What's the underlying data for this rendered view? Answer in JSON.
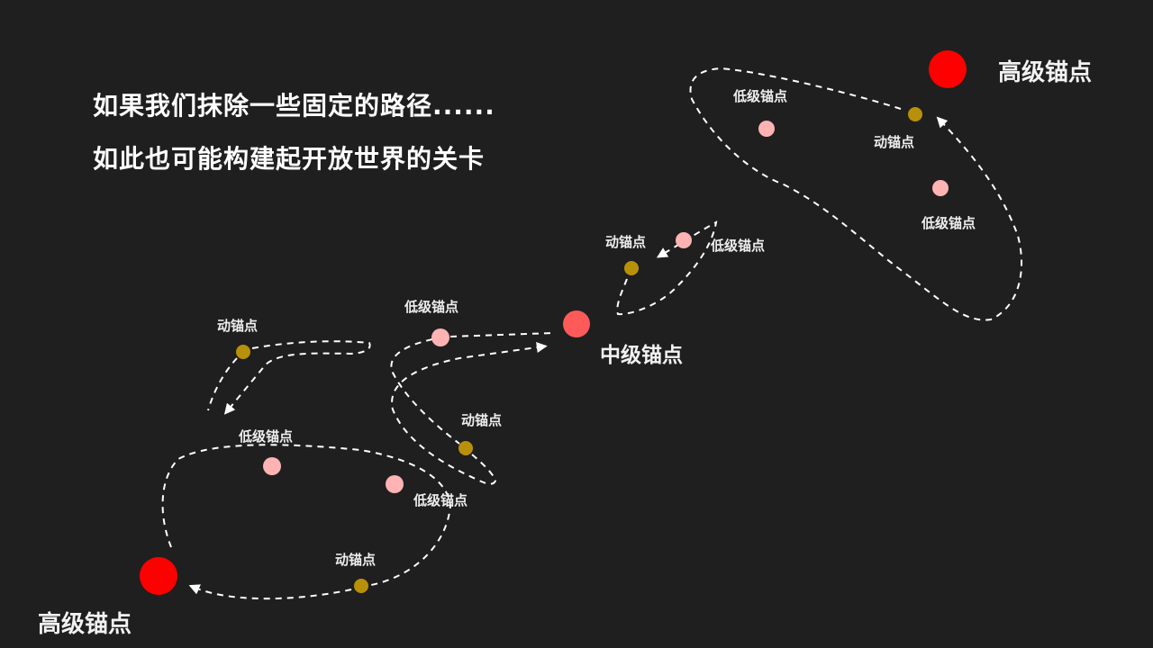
{
  "headings": [
    "如果我们抹除一些固定的路径......",
    "如此也可能构建起开放世界的关卡"
  ],
  "labels": {
    "high": "高级锚点",
    "mid": "中级锚点",
    "low": "低级锚点",
    "dynamic": "动锚点"
  },
  "colors": {
    "background": "#1f1f1f",
    "high": "#ff0000",
    "mid": "#ff5a5a",
    "low": "#ffb3b3",
    "dynamic": "#b8900a"
  }
}
